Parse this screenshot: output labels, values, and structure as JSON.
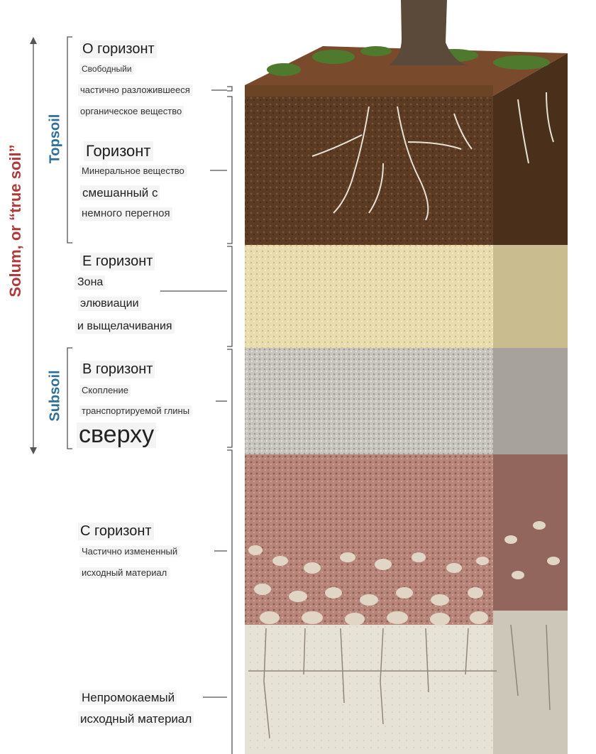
{
  "diagram": {
    "side_labels": {
      "solum": "Solum, or “true soil”",
      "topsoil": "Topsoil",
      "subsoil": "Subsoil"
    },
    "horizons": {
      "o": {
        "title": "O горизонт",
        "line1": "Свободныйи",
        "line2": "частично разложившееся",
        "line3": "органическое вещество"
      },
      "a": {
        "title": "Горизонт",
        "line1": "Минеральное вещество",
        "line2": "смешанный с",
        "line3": "немного перегноя"
      },
      "e": {
        "title": "E горизонт",
        "line1": "Зона",
        "line2": "элювиации",
        "line3": "и выщелачивания"
      },
      "b": {
        "title": "B горизонт",
        "line1": "Скопление",
        "line2": "транспортируемой глины",
        "line3": "сверху"
      },
      "c": {
        "title": "C горизонт",
        "line1": "Частично измененный",
        "line2": "исходный материал"
      },
      "r": {
        "line1": "Непромокаемый",
        "line2": "исходный материал"
      }
    },
    "colors": {
      "solum": "#b03a3a",
      "topsoil": "#2f6f9a",
      "subsoil": "#2f6f9a",
      "o_layer": "#6b4426",
      "a_layer": "#5a3a22",
      "e_layer": "#e8dcae",
      "b_layer": "#c9c6c0",
      "c_layer": "#b8857a",
      "r_layer": "#e9e4d8"
    }
  }
}
